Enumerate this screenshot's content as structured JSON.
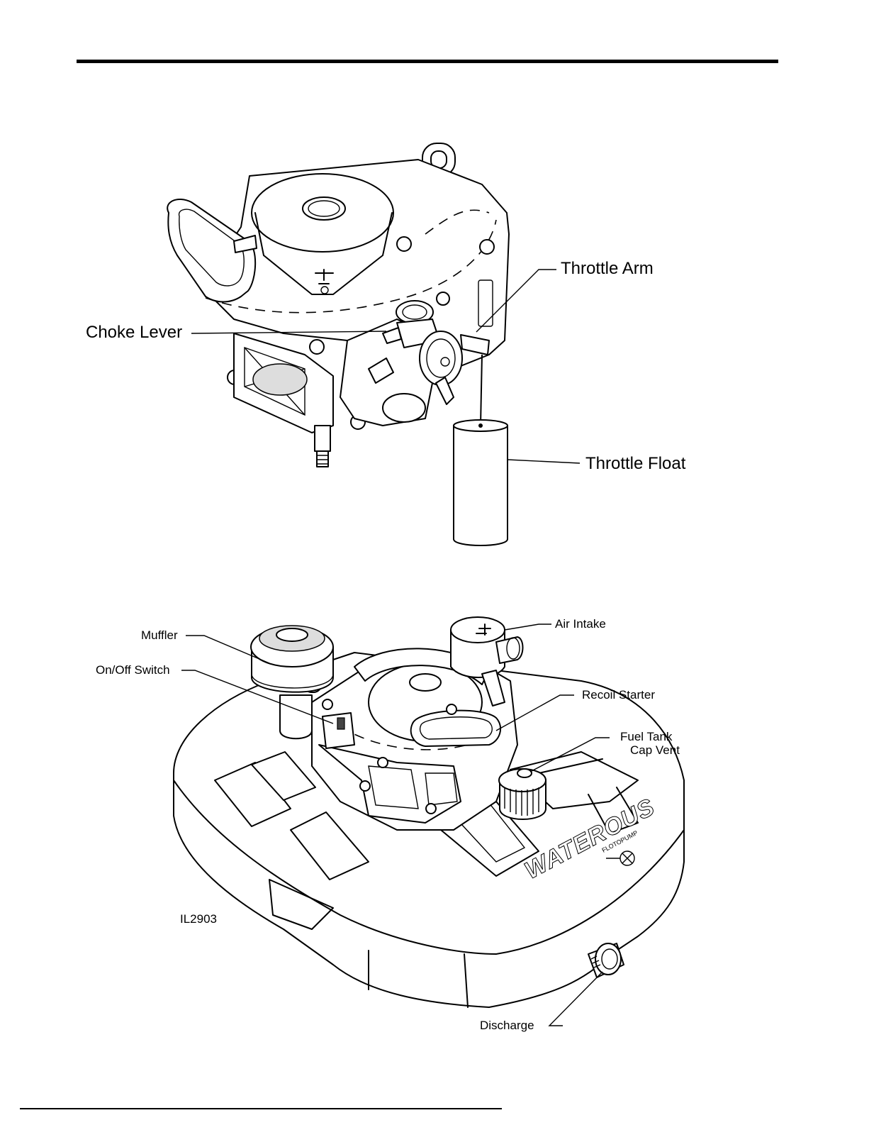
{
  "figure_top": {
    "labels": {
      "choke_lever": "Choke Lever",
      "throttle_arm": "Throttle Arm",
      "throttle_float": "Throttle Float"
    }
  },
  "figure_bottom": {
    "labels": {
      "muffler": "Muffler",
      "on_off_switch": "On/Off Switch",
      "air_intake": "Air Intake",
      "recoil_starter": "Recoil Starter",
      "fuel_tank_cap_vent_line1": "Fuel Tank",
      "fuel_tank_cap_vent_line2": "Cap Vent",
      "discharge": "Discharge",
      "figure_id": "IL2903"
    },
    "logo_text": "WATEROUS",
    "logo_subtext": "FLOTOPUMP"
  }
}
